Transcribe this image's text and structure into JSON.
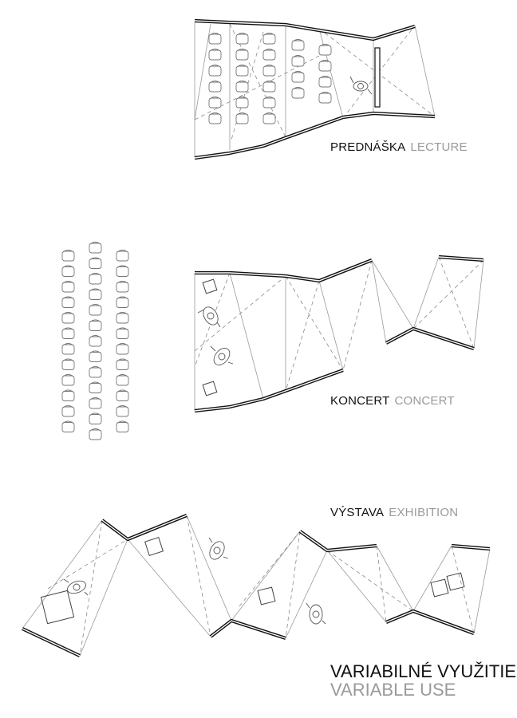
{
  "labels": {
    "lecture": {
      "cz": "PREDNÁŠKA",
      "en": "LECTURE"
    },
    "concert": {
      "cz": "KONCERT",
      "en": "CONCERT"
    },
    "exhibition": {
      "cz": "VÝSTAVA",
      "en": "EXHIBITION"
    },
    "title": {
      "cz": "VARIABILNÉ VYUŽITIE",
      "en": "VARIABLE USE"
    }
  },
  "colors": {
    "ink": "#111111",
    "grey_text": "#9a9a9a",
    "thin_line": "#9a9a9a",
    "dash_line": "#8a8a8a"
  }
}
